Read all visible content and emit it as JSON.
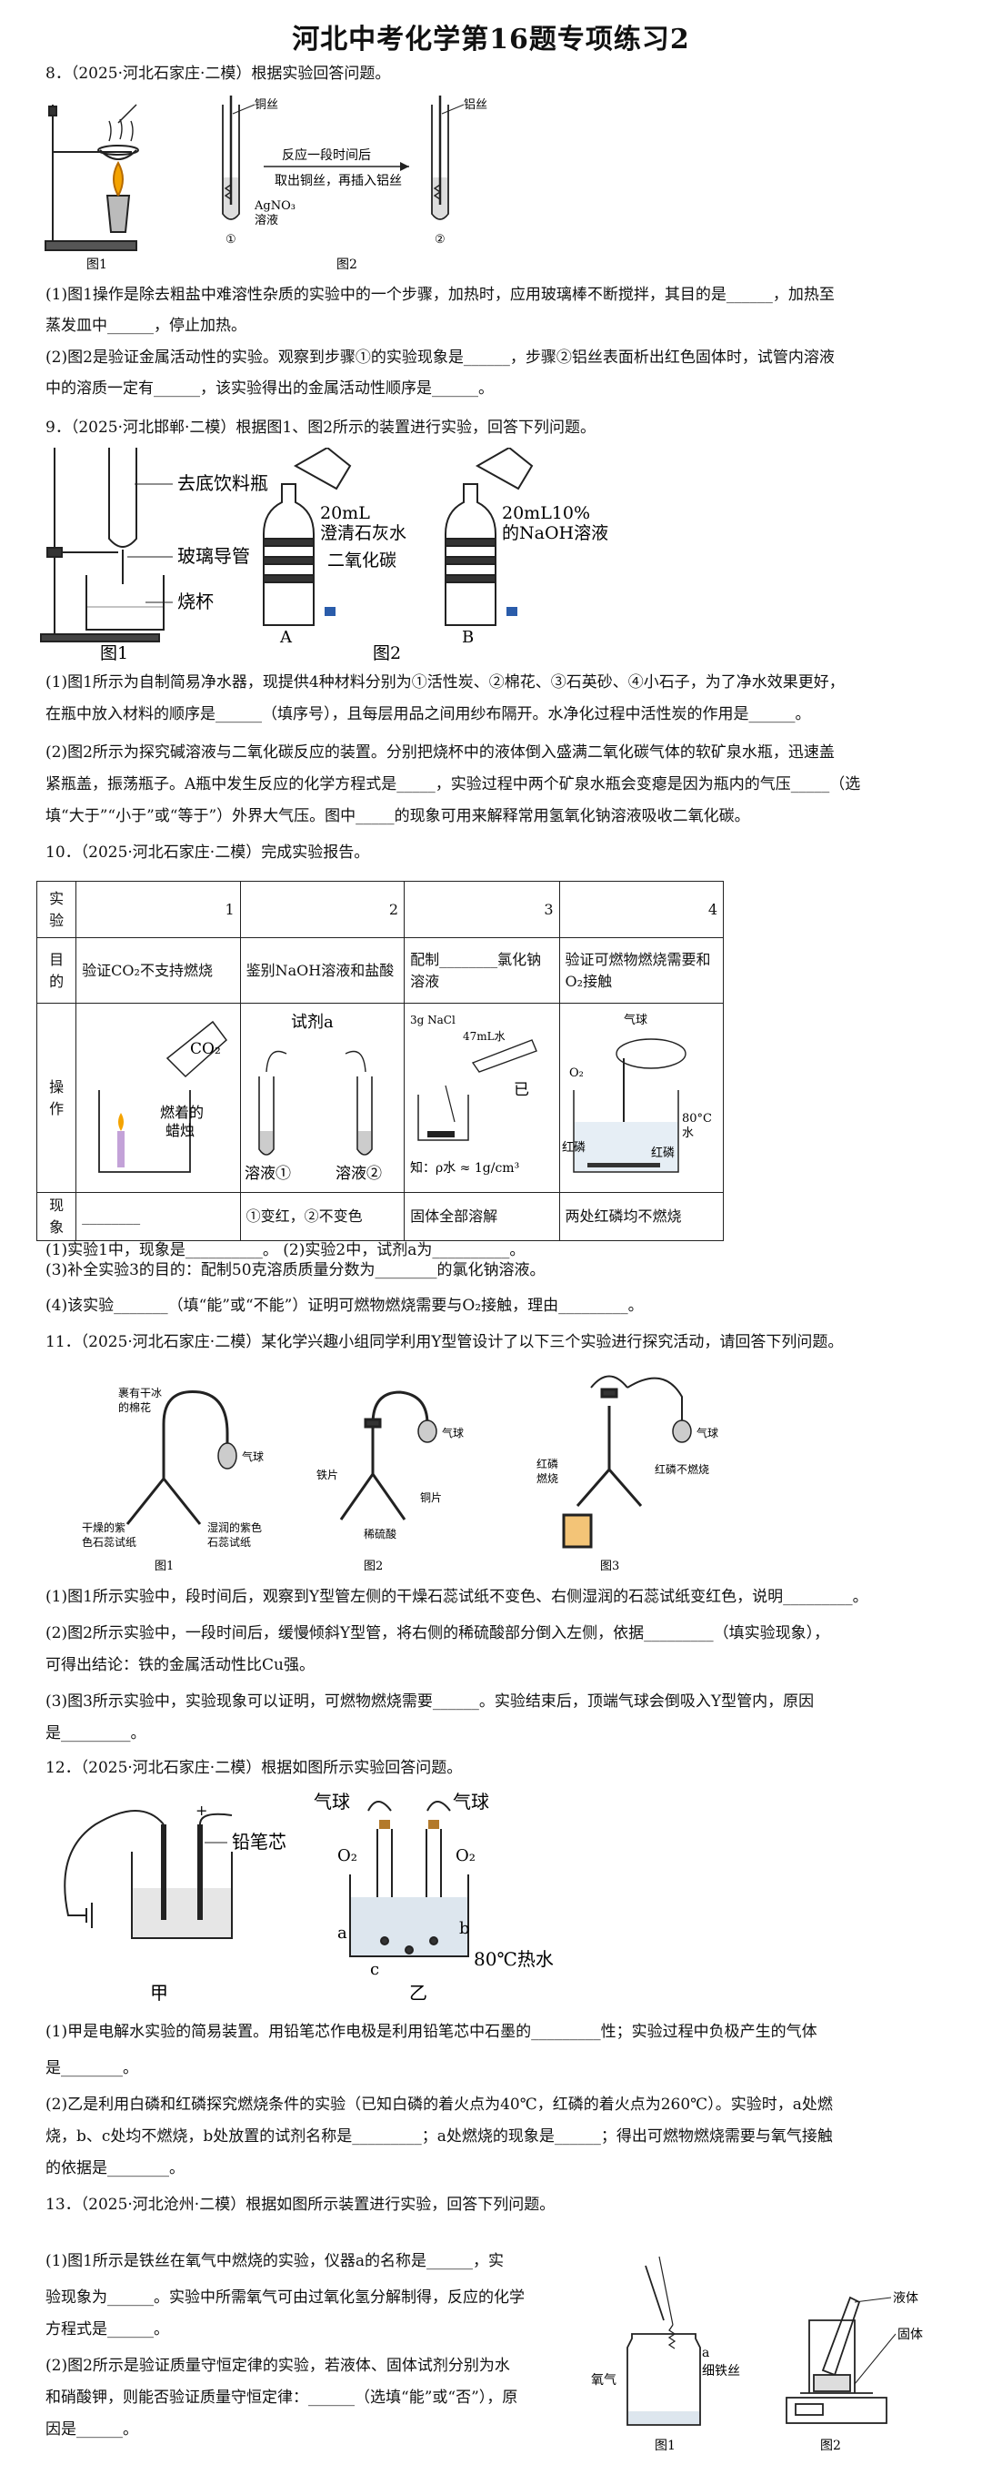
{
  "title": "河北中考化学第16题专项练习2",
  "q8": {
    "head": "8．（2025·河北石家庄·二模）根据实验回答问题。",
    "fig_labels": {
      "copper": "铜丝",
      "aluminum": "铝丝",
      "arrow_top": "反应一段时间后",
      "arrow_b1": "取出铜丝，再插入铝丝",
      "agno3": "AgNO₃",
      "solution": "溶液",
      "s1": "①",
      "s2": "②",
      "fig1": "图1",
      "fig2": "图2"
    },
    "l1": "(1)图1操作是除去粗盐中难溶性杂质的实验中的一个步骤，加热时，应用玻璃棒不断搅拌，其目的是______，加热至",
    "l2": "蒸发皿中______，停止加热。",
    "l3": "(2)图2是验证金属活动性的实验。观察到步骤①的实验现象是______，步骤②铝丝表面析出红色固体时，试管内溶液",
    "l4": "中的溶质一定有______，该实验得出的金属活动性顺序是______。"
  },
  "q9": {
    "head": "9．（2025·河北邯郸·二模）根据图1、图2所示的装置进行实验，回答下列问题。",
    "fig_labels": {
      "bottle": "去底饮料瓶",
      "tube": "玻璃导管",
      "beaker": "烧杯",
      "lime1": "20mL",
      "lime2": "澄清石灰水",
      "co2": "二氧化碳",
      "naoh1": "20mL10%",
      "naoh2": "的NaOH溶液",
      "A": "A",
      "B": "B",
      "fig1": "图1",
      "fig2": "图2"
    },
    "l1": "(1)图1所示为自制简易净水器，现提供4种材料分别为①活性炭、②棉花、③石英砂、④小石子，为了净水效果更好，",
    "l2": "在瓶中放入材料的顺序是______（填序号），且每层用品之间用纱布隔开。水净化过程中活性炭的作用是______。",
    "l3": "(2)图2所示为探究碱溶液与二氧化碳反应的装置。分别把烧杯中的液体倒入盛满二氧化碳气体的软矿泉水瓶，迅速盖",
    "l4": "紧瓶盖，振荡瓶子。A瓶中发生反应的化学方程式是_____，实验过程中两个矿泉水瓶会变瘪是因为瓶内的气压_____（选",
    "l5": "填“大于”“小于”或“等于”）外界大气压。图中_____的现象可用来解释常用氢氧化钠溶液吸收二氧化碳。"
  },
  "q10": {
    "head": "10．（2025·河北石家庄·二模）完成实验报告。",
    "row_heads": {
      "exp": "实验",
      "goal": "目的",
      "op": "操作",
      "phen": "现象"
    },
    "cols": [
      "1",
      "2",
      "3",
      "4"
    ],
    "goals": [
      "验证CO₂不支持燃烧",
      "鉴别NaOH溶液和盐酸",
      "配制________氯化钠溶液",
      "验证可燃物燃烧需要和O₂接触"
    ],
    "op_labels": {
      "co2": "CO₂",
      "candle1": "燃着的",
      "candle2": "蜡烛",
      "reagent": "试剂a",
      "sol1": "溶液①",
      "sol2": "溶液②",
      "nacl": "3g NaCl",
      "water": "47mL水",
      "yi": "已",
      "know": "知：ρ水 ≈ 1g/cm³",
      "balloon": "气球",
      "o2": "O₂",
      "hot1": "80°C",
      "hot2": "水",
      "redp": "红磷",
      "redp2": "红磷"
    },
    "phens": [
      "________",
      "①变红，②不变色",
      "固体全部溶解",
      "两处红磷均不燃烧"
    ],
    "l1": "(1)实验1中，现象是__________。        (2)实验2中，试剂a为__________。",
    "l2": "(3)补全实验3的目的：配制50克溶质质量分数为________的氯化钠溶液。",
    "l3": "(4)该实验_______（填“能”或“不能”）证明可燃物燃烧需要与O₂接触，理由_________。"
  },
  "q11": {
    "head": "11．（2025·河北石家庄·二模）某化学兴趣小组同学利用Y型管设计了以下三个实验进行探究活动，请回答下列问题。",
    "fig_labels": {
      "ice1": "裹有干冰",
      "ice2": "的棉花",
      "balloon": "气球",
      "dry1": "干燥的紫",
      "dry2": "色石蕊试纸",
      "wet1": "湿润的紫色",
      "wet2": "石蕊试纸",
      "iron": "铁片",
      "copper": "铜片",
      "acid": "稀硫酸",
      "whiteP1": "红磷",
      "whiteP2": "燃烧",
      "redP": "红磷不燃烧",
      "fig1": "图1",
      "fig2": "图2",
      "fig3": "图3"
    },
    "l1": "(1)图1所示实验中，段时间后，观察到Y型管左侧的干燥石蕊试纸不变色、右侧湿润的石蕊试纸变红色，说明_________。",
    "l2": "(2)图2所示实验中，一段时间后，缓慢倾斜Y型管，将右侧的稀硫酸部分倒入左侧，依据_________（填实验现象），",
    "l3": "可得出结论：铁的金属活动性比Cu强。",
    "l4": "(3)图3所示实验中，实验现象可以证明，可燃物燃烧需要______。实验结束后，顶端气球会倒吸入Y型管内，原因",
    "l5": "是_________。"
  },
  "q12": {
    "head": "12．（2025·河北石家庄·二模）根据如图所示实验回答问题。",
    "fig_labels": {
      "balloon1": "气球",
      "balloon2": "气球",
      "o2a": "O₂",
      "o2b": "O₂",
      "pencil": "铅笔芯",
      "plus": "+",
      "minus": "−",
      "a": "a",
      "b": "b",
      "c": "c",
      "hot": "80℃热水",
      "jia": "甲",
      "yi": "乙"
    },
    "l1": "(1)甲是电解水实验的简易装置。用铅笔芯作电极是利用铅笔芯中石墨的_________性；实验过程中负极产生的气体",
    "l2": "是________。",
    "l3": "(2)乙是利用白磷和红磷探究燃烧条件的实验（已知白磷的着火点为40℃，红磷的着火点为260℃）。实验时，a处燃",
    "l4": "烧，b、c处均不燃烧，b处放置的试剂名称是_________；a处燃烧的现象是______；得出可燃物燃烧需要与氧气接触",
    "l5": "的依据是________。"
  },
  "q13": {
    "head": "13．（2025·河北沧州·二模）根据如图所示装置进行实验，回答下列问题。",
    "l1": "(1)图1所示是铁丝在氧气中燃烧的实验，仪器a的名称是______，实",
    "l2": "验现象为______。实验中所需氧气可由过氧化氢分解制得，反应的化学",
    "l3": "方程式是______。",
    "l4": "(2)图2所示是验证质量守恒定律的实验，若液体、固体试剂分别为水",
    "l5": "和硝酸钾，则能否验证质量守恒定律：______（选填“能”或“否”），原",
    "l6": "因是______。",
    "fig_labels": {
      "o2": "氧气",
      "a": "a",
      "wire": "细铁丝",
      "liquid": "液体",
      "solid": "固体",
      "fig1": "图1",
      "fig2": "图2"
    }
  }
}
